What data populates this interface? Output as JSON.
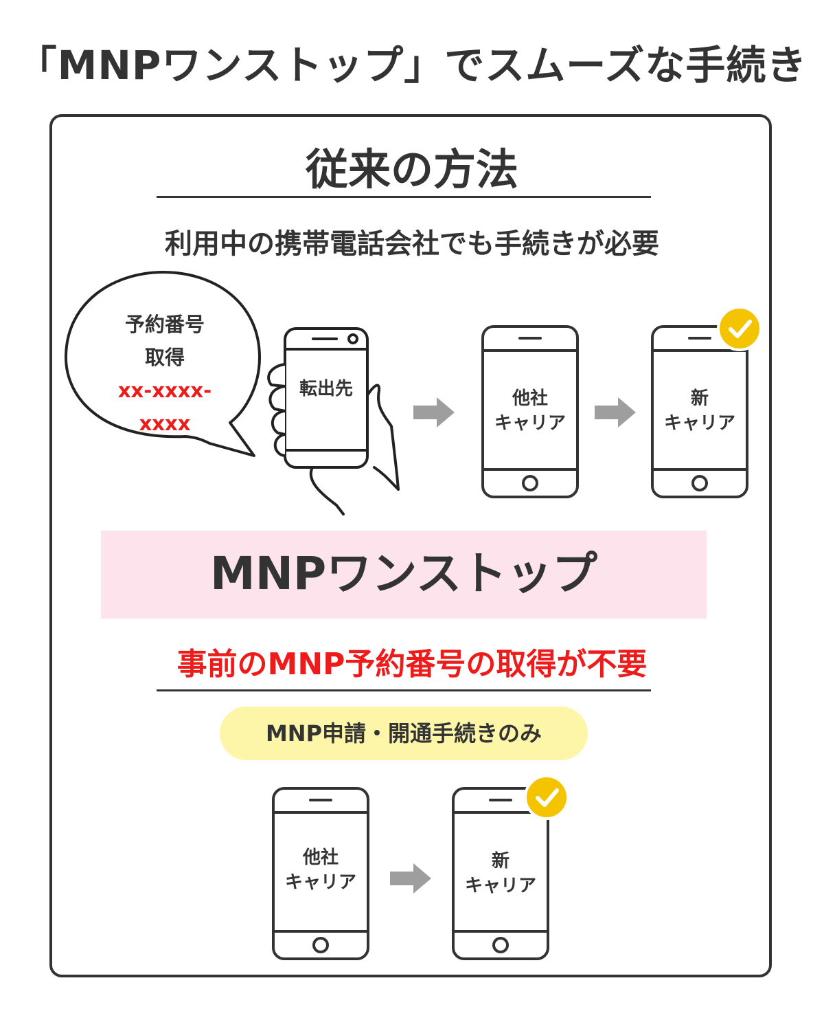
{
  "title": "「MNPワンストップ」でスムーズな手続き",
  "conventional": {
    "heading": "従来の方法",
    "subtitle": "利用中の携帯電話会社でも手続きが必要",
    "bubble": {
      "line1": "予約番号",
      "line2": "取得",
      "number_line1": "xx-xxxx-",
      "number_line2": "xxxx"
    },
    "phone_current": "転出先",
    "phone_other_line1": "他社",
    "phone_other_line2": "キャリア",
    "phone_new_line1": "新",
    "phone_new_line2": "キャリア"
  },
  "onestop": {
    "heading": "MNPワンストップ",
    "subtitle": "事前のMNP予約番号の取得が不要",
    "pill": "MNP申請・開通手続きのみ",
    "phone_other_line1": "他社",
    "phone_other_line2": "キャリア",
    "phone_new_line1": "新",
    "phone_new_line2": "キャリア"
  },
  "colors": {
    "text": "#333333",
    "accent_red": "#ee1b1b",
    "band_pink": "#fde4ec",
    "pill_yellow": "#fdf6a8",
    "check_gold": "#f5c400",
    "arrow_gray": "#9e9e9e"
  },
  "icons": [
    "speech-bubble-icon",
    "hand-holding-phone-icon",
    "smartphone-icon",
    "arrow-right-icon",
    "check-badge-icon"
  ]
}
